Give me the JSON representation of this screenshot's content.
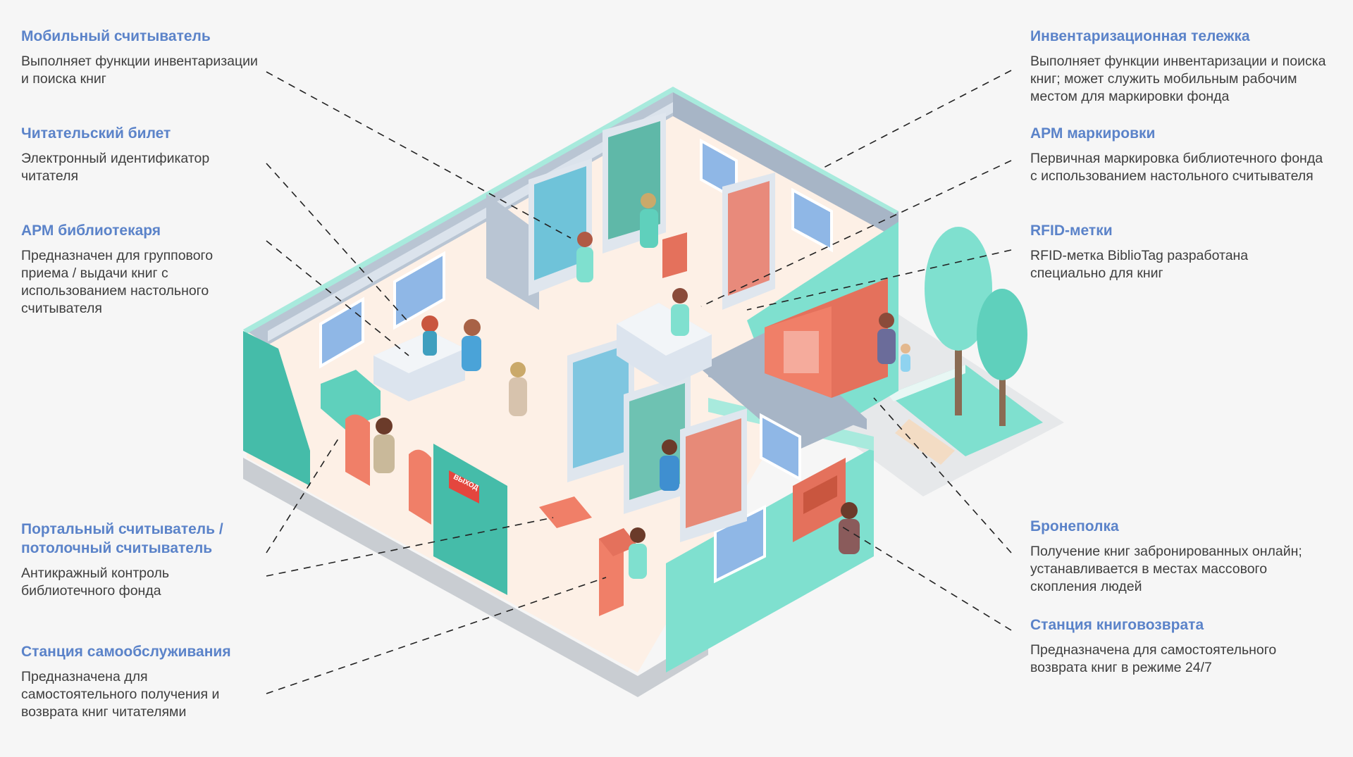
{
  "labels": {
    "mobile_reader": {
      "title": "Мобильный считыватель",
      "desc": "Выполняет функции инвентаризации и поиска книг"
    },
    "reader_card": {
      "title": "Читательский билет",
      "desc": "Электронный идентификатор читателя"
    },
    "librarian_ws": {
      "title": "АРМ библиотекаря",
      "desc": "Предназначен для группового приема / выдачи книг с использованием настольного считывателя"
    },
    "portal_reader": {
      "title": "Портальный считыватель / потолочный считыватель",
      "desc": "Антикражный контроль библиотечного фонда"
    },
    "self_service": {
      "title": "Станция самообслуживания",
      "desc": "Предназначена для самостоятельного получения и возврата книг читателями"
    },
    "inventory_cart": {
      "title": "Инвентаризационная тележка",
      "desc": "Выполняет функции инвентаризации и поиска книг; может служить мобильным рабочим местом для маркировки фонда"
    },
    "marking_ws": {
      "title": "АРМ маркировки",
      "desc": "Первичная маркировка библиотечного фонда с использованием настольного считывателя"
    },
    "rfid_tags": {
      "title": "RFID-метки",
      "desc": "RFID-метка BiblioTag разработана специально для книг"
    },
    "reservation_shelf": {
      "title": "Бронеполка",
      "desc": "Получение книг забронированных онлайн; устанавливается в местах массового скопления людей"
    },
    "return_station": {
      "title": "Станция книговозврата",
      "desc": "Предназначена для самостоятельного возврата книг в режиме 24/7"
    }
  },
  "signs": {
    "exit": "ВЫХОД"
  },
  "colors": {
    "accent": "#5b83c9",
    "mint": "#7fe0cf",
    "teal": "#45bca9",
    "wall": "#b9c5d3",
    "floor": "#fdf0e6",
    "coral": "#f07f68"
  }
}
